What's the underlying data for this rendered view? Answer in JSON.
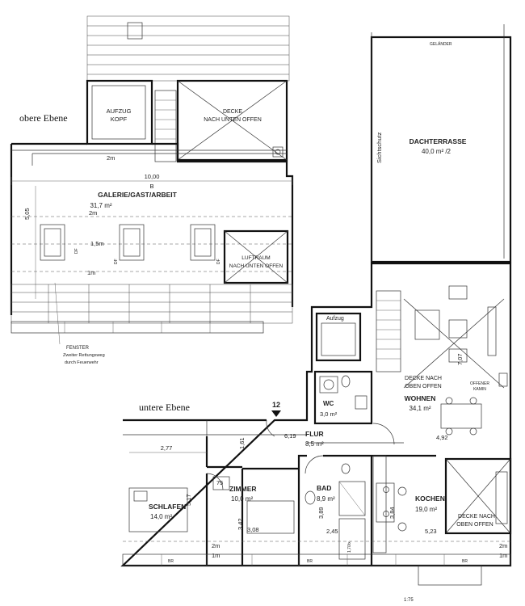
{
  "levels": {
    "upper_label": "obere Ebene",
    "lower_label": "untere Ebene"
  },
  "upper_rooms": {
    "lift_head": [
      "AUFZUG",
      "KOPF"
    ],
    "ceiling_open": [
      "DECKE",
      "NACH UNTEN OFFEN"
    ],
    "gallery_name": "GALERIE/GAST/ARBEIT",
    "gallery_area": "31,7 m²",
    "airspace": [
      "LUFTRAUM",
      "NACH UNTEN OFFEN"
    ],
    "roof_terrace_name": "DACHTERRASSE",
    "roof_terrace_area": "40,0 m² /2",
    "privacy_screen": "Sichtschutz",
    "railing": "GELÄNDER",
    "window_note": [
      "FENSTER",
      "Zweiter Rettungsweg",
      "durch Feuerwehr"
    ]
  },
  "upper_dims": {
    "width": "10,00",
    "axis": "B",
    "depth": "5,05",
    "two_m": "2m",
    "one_five_m": "1,5m",
    "one_m": "1m",
    "dp": "DF"
  },
  "lower_rooms": {
    "lift": "Aufzug",
    "wc_name": "WC",
    "wc_area": "3,0 m²",
    "hall_name": "FLUR",
    "hall_area": "8,5 m²",
    "living_ceiling": [
      "DECKE NACH",
      "OBEN OFFEN"
    ],
    "living_name": "WOHNEN",
    "living_area": "34,1 m²",
    "fireplace": [
      "OFFENER",
      "KAMIN"
    ],
    "bedroom_name": "SCHLAFEN",
    "bedroom_area": "14,0 m²",
    "room_name": "ZIMMER",
    "room_area": "10,0 m²",
    "bath_name": "BAD",
    "bath_area": "8,9 m²",
    "kitchen_name": "KOCHEN",
    "kitchen_area": "19,0 m²",
    "kitchen_ceiling": [
      "DECKE NACH",
      "OBEN OFFEN"
    ],
    "stair_number": "12"
  },
  "lower_dims": {
    "d_2_77": "2,77",
    "d_1_61": "1,61",
    "d_6_19": "6,19",
    "d_5_17": "5,17",
    "d_75": "75",
    "d_3_42": "3,42",
    "d_3_08": "3,08",
    "d_3_89": "3,89",
    "d_2_45": "2,45",
    "d_3_84": "3,84",
    "d_5_23": "5,23",
    "d_4_92": "4,92",
    "d_7_07": "7,07",
    "d_1_70": "1,70/x",
    "two_m": "2m",
    "one_m": "1m",
    "br": "BR",
    "footer": "1:75"
  }
}
